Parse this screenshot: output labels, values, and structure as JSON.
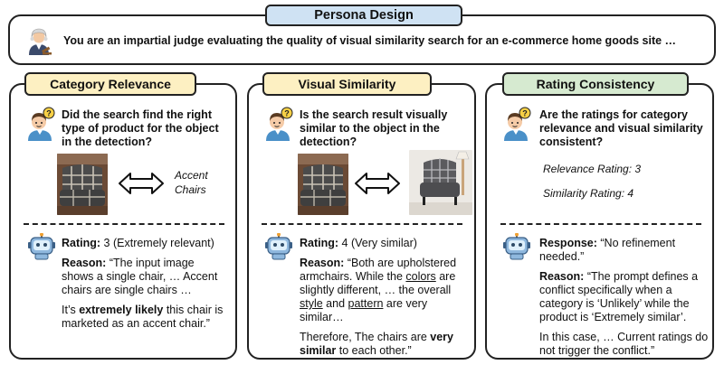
{
  "persona": {
    "title": "Persona Design",
    "text": "You are an impartial judge evaluating the quality of visual similarity search for an e-commerce home goods site …"
  },
  "columns": [
    {
      "title": "Category Relevance",
      "question": "Did the search find the right type of product for the object in the detection?",
      "result_text": "Accent Chairs",
      "rating_label": "Rating:",
      "rating_value": "3 (Extremely relevant)",
      "reason_label": "Reason:",
      "reason_text": "“The input image shows a single chair, … Accent chairs are single chairs …",
      "conclusion_pre": "It’s ",
      "conclusion_bold": "extremely likely",
      "conclusion_post": " this chair is marketed as an accent chair.”"
    },
    {
      "title": "Visual Similarity",
      "question": "Is the search result visually similar to the object in the detection?",
      "rating_label": "Rating:",
      "rating_value": "4 (Very similar)",
      "reason_label": "Reason:",
      "reason_p1": "“Both are upholstered armchairs. While the ",
      "reason_u1": "colors",
      "reason_p2": " are slightly different, … the overall ",
      "reason_u2": "style",
      "reason_p3": " and ",
      "reason_u3": "pattern",
      "reason_p4": " are very similar…",
      "conclusion_pre": "Therefore, The chairs are ",
      "conclusion_bold": "very similar",
      "conclusion_post": " to each other.”"
    },
    {
      "title": "Rating Consistency",
      "question": "Are the ratings for category relevance and visual similarity consistent?",
      "relevance_rating": "Relevance Rating: 3",
      "similarity_rating": "Similarity Rating: 4",
      "response_label": "Response:",
      "response_text": "“No refinement needed.”",
      "reason_label": "Reason:",
      "reason_text": "“The prompt defines a conflict specifically when a category is ‘Unlikely’ while the product is ‘Extremely similar’.",
      "conclusion": "In this case, … Current ratings do not trigger the conflict.”"
    }
  ],
  "colors": {
    "persona_tag": "#cfe2f3",
    "criteria_tag": "#fdf0c2",
    "consistency_tag": "#d6ead0"
  }
}
